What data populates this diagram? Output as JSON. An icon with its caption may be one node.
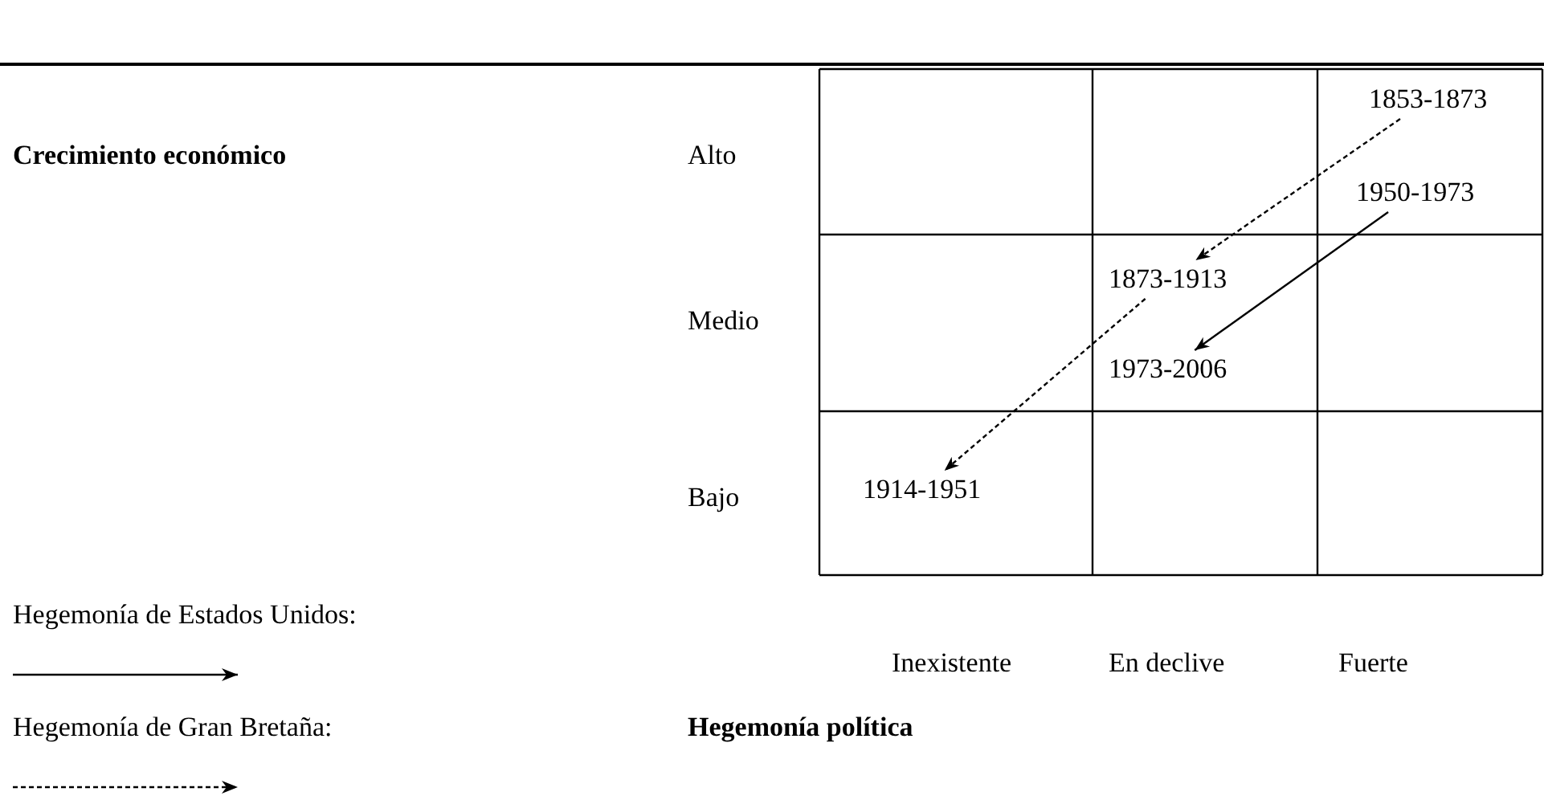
{
  "diagram": {
    "nodes": [
      {
        "text": [
          "1853-1873"
        ]
      },
      {
        "text": [
          "1950-1973"
        ]
      },
      {
        "text": [
          "1873-1913"
        ]
      },
      {
        "text": [
          "1973-2006"
        ]
      },
      {
        "text": [
          "1914-1951"
        ]
      }
    ],
    "edges": [
      {
        "from": 0,
        "to": 2,
        "arrow": "to",
        "style": "dashed"
      },
      {
        "from": 1,
        "to": 3,
        "arrow": "to"
      },
      {
        "from": 2,
        "to": 4,
        "arrow": "to",
        "style": "dashed"
      }
    ],
    "labels": [
      "Crecimiento económico",
      "Alto",
      "Medio",
      "Bajo",
      "Inexistente",
      "En declive",
      "Fuerte",
      "Hegemonía política"
    ],
    "legend": [
      {
        "text": "Hegemonía de Estados Unidos:"
      },
      {
        "text": "Hegemonía de Gran Bretaña:"
      }
    ]
  }
}
